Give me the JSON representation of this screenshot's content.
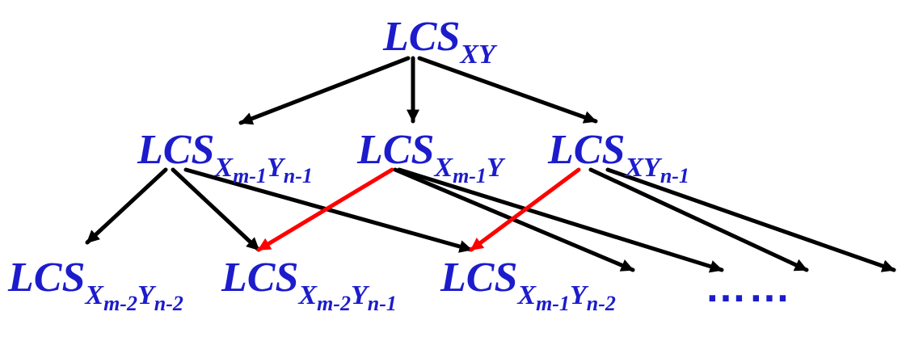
{
  "colors": {
    "text": "#1c1ccc",
    "edge": "#000000",
    "highlight": "#ff0000"
  },
  "nodes": {
    "root": {
      "base": "LCS",
      "sub": "XY",
      "subsub": ""
    },
    "l1_a": {
      "base": "LCS",
      "sub": "X",
      "subsub": "m-1",
      "sub_b": "Y",
      "subsub_b": "n-1"
    },
    "l1_b": {
      "base": "LCS",
      "sub": "X",
      "subsub": "m-1",
      "sub_b": "Y",
      "subsub_b": ""
    },
    "l1_c": {
      "base": "LCS",
      "sub": "XY",
      "subsub": "n-1",
      "sub_b": "",
      "subsub_b": ""
    },
    "l2_a": {
      "base": "LCS",
      "sub": "X",
      "subsub": "m-2",
      "sub_b": "Y",
      "subsub_b": "n-2"
    },
    "l2_b": {
      "base": "LCS",
      "sub": "X",
      "subsub": "m-2",
      "sub_b": "Y",
      "subsub_b": "n-1"
    },
    "l2_c": {
      "base": "LCS",
      "sub": "X",
      "subsub": "m-1",
      "sub_b": "Y",
      "subsub_b": "n-2"
    }
  },
  "ellipsis": "……",
  "edges": [
    {
      "from": "root",
      "to": "l1_a",
      "kind": "normal"
    },
    {
      "from": "root",
      "to": "l1_b",
      "kind": "normal"
    },
    {
      "from": "root",
      "to": "l1_c",
      "kind": "normal"
    },
    {
      "from": "l1_a",
      "to": "l2_a",
      "kind": "normal"
    },
    {
      "from": "l1_a",
      "to": "l2_b",
      "kind": "normal"
    },
    {
      "from": "l1_a",
      "to": "l2_c",
      "kind": "normal"
    },
    {
      "from": "l1_b",
      "to": "l2_b",
      "kind": "repeated"
    },
    {
      "from": "l1_b",
      "to": "more_1",
      "kind": "normal"
    },
    {
      "from": "l1_b",
      "to": "more_2",
      "kind": "normal"
    },
    {
      "from": "l1_c",
      "to": "l2_c",
      "kind": "repeated"
    },
    {
      "from": "l1_c",
      "to": "more_3",
      "kind": "normal"
    },
    {
      "from": "l1_c",
      "to": "more_4",
      "kind": "normal"
    }
  ]
}
